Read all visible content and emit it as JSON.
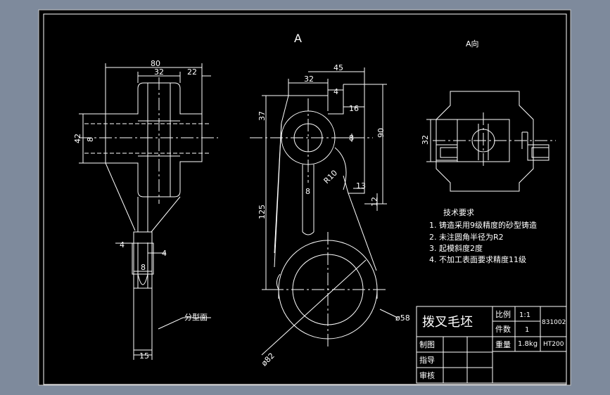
{
  "view_labels": {
    "section_a": "A",
    "view_a": "A向"
  },
  "dimensions": {
    "d80": "80",
    "d32_left": "32",
    "d22": "22",
    "d42": "42",
    "d8_left": "8",
    "d4_left": "4",
    "d4_right": "4",
    "d8_web": "8",
    "d15": "15",
    "d32_top": "32",
    "d45": "45",
    "d4_top": "4",
    "d16": "16",
    "d37": "37",
    "d8_hub": "8",
    "d90": "90",
    "r10": "R10",
    "d8_rib": "8",
    "d13": "13",
    "d12": "12",
    "d125": "125",
    "dia58": "ø58",
    "dia82": "ø82",
    "d32_right": "32"
  },
  "parting_surface": "分型面",
  "tech_requirements": {
    "title": "技术要求",
    "items": [
      "1. 铸造采用9级精度的砂型铸造",
      "2. 未注圆角半径为R2",
      "3. 起模斜度2度",
      "4. 不加工表面要求精度11级"
    ]
  },
  "title_block": {
    "part_name": "拨叉毛坯",
    "scale_label": "比例",
    "scale_value": "1:1",
    "qty_label": "件数",
    "qty_value": "1",
    "drawing_no": "831002",
    "weight_label": "重量",
    "weight_value": "1.8kg",
    "material": "HT200",
    "drawn_label": "制图",
    "guide_label": "指导",
    "review_label": "审核"
  },
  "colors": {
    "background": "#7e8a9c",
    "sheet": "#000000",
    "line": "#ffffff"
  }
}
